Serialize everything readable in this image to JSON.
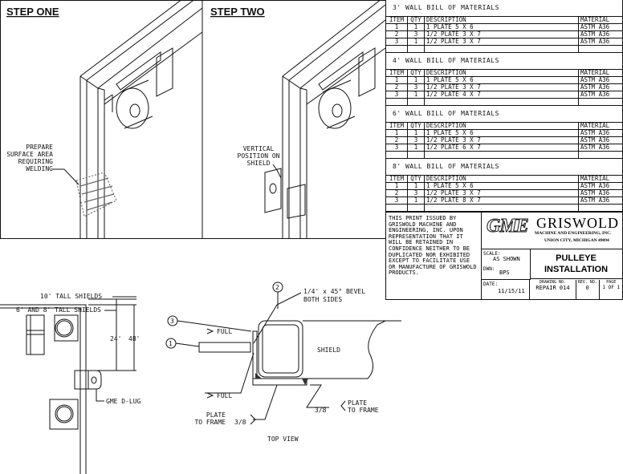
{
  "steps": {
    "one": "STEP ONE",
    "two": "STEP TWO"
  },
  "step_one_note": [
    "PREPARE",
    "SURFACE AREA",
    "REQUIRING",
    "WELDING"
  ],
  "step_two_note": [
    "VERTICAL",
    "POSITION ON",
    "SHIELD"
  ],
  "side_view": {
    "tall10": "10' TALL SHIELDS",
    "tall68": "6' AND 8' TALL SHIELDS",
    "dim24": "24'",
    "dim48": "48'",
    "lug": "GME D-LUG"
  },
  "top_view": {
    "callout1": "1",
    "callout2": "2",
    "callout3": "3",
    "bevel": "1/4' x 45° BEVEL",
    "both_sides": "BOTH SIDES",
    "shield": "SHIELD",
    "full_top": "FULL",
    "full_bottom": "FULL",
    "plate": "PLATE",
    "to_frame": "TO FRAME",
    "weld_left": "3/8",
    "weld_right": "3/8",
    "plate_r": "PLATE",
    "to_frame_r": "TO FRAME",
    "title": "TOP VIEW"
  },
  "bom_headers": {
    "item": "ITEM",
    "qty": "QTY",
    "desc": "DESCRIPTION",
    "mat": "MATERIAL"
  },
  "boms": [
    {
      "title": "3' WALL BILL OF MATERIALS",
      "rows": [
        {
          "item": "1",
          "qty": "1",
          "desc": "1 PLATE 5 X 6",
          "mat": "ASTM A36"
        },
        {
          "item": "2",
          "qty": "3",
          "desc": "1/2 PLATE 3 X 7",
          "mat": "ASTM A36"
        },
        {
          "item": "3",
          "qty": "1",
          "desc": "1/2 PLATE 3 X 7",
          "mat": "ASTM A36"
        }
      ]
    },
    {
      "title": "4' WALL BILL OF MATERIALS",
      "rows": [
        {
          "item": "1",
          "qty": "1",
          "desc": "1 PLATE 5 X 6",
          "mat": "ASTM A36"
        },
        {
          "item": "2",
          "qty": "3",
          "desc": "1/2 PLATE 3 X 7",
          "mat": "ASTM A36"
        },
        {
          "item": "3",
          "qty": "1",
          "desc": "1/2 PLATE 4 X 7",
          "mat": "ASTM A36"
        }
      ]
    },
    {
      "title": "6' WALL BILL OF MATERIALS",
      "rows": [
        {
          "item": "1",
          "qty": "1",
          "desc": "1 PLATE 5 X 6",
          "mat": "ASTM A36"
        },
        {
          "item": "2",
          "qty": "3",
          "desc": "1/2 PLATE 3 X 7",
          "mat": "ASTM A36"
        },
        {
          "item": "3",
          "qty": "1",
          "desc": "1/2 PLATE 6 X 7",
          "mat": "ASTM A36"
        }
      ]
    },
    {
      "title": "8' WALL BILL OF MATERIALS",
      "rows": [
        {
          "item": "1",
          "qty": "1",
          "desc": "1 PLATE 5 X 6",
          "mat": "ASTM A36"
        },
        {
          "item": "2",
          "qty": "3",
          "desc": "1/2 PLATE 3 X 7",
          "mat": "ASTM A36"
        },
        {
          "item": "3",
          "qty": "1",
          "desc": "1/2 PLATE 8 X 7",
          "mat": "ASTM A36"
        }
      ]
    }
  ],
  "title_block": {
    "note": "THIS PRINT ISSUED BY GRISWOLD MACHINE AND ENGINEERING, INC. UPON REPRESENTATION THAT IT WILL BE RETAINED IN CONFIDENCE NEITHER TO BE DUPLICATED NOR EXHIBITED EXCEPT TO FACILITATE USE OR MANUFACTURE OF GRISWOLD PRODUCTS.",
    "logo": "GME",
    "company": "GRISWOLD",
    "company_sub": "MACHINE AND ENGINEERING, INC.",
    "address": "UNION CITY, MICHIGAN 49094",
    "scale_label": "SCALE:",
    "scale": "AS SHOWN",
    "dwn_label": "DWN:",
    "dwn": "BPS",
    "title1": "PULLEYE",
    "title2": "INSTALLATION",
    "date_label": "DATE:",
    "date": "11/15/11",
    "drawing_label": "DRAWING NO.",
    "drawing": "REPAIR 014",
    "rev_label": "REV. NO.",
    "rev": "0",
    "page_label": "PAGE",
    "page": "1 OF 1"
  }
}
